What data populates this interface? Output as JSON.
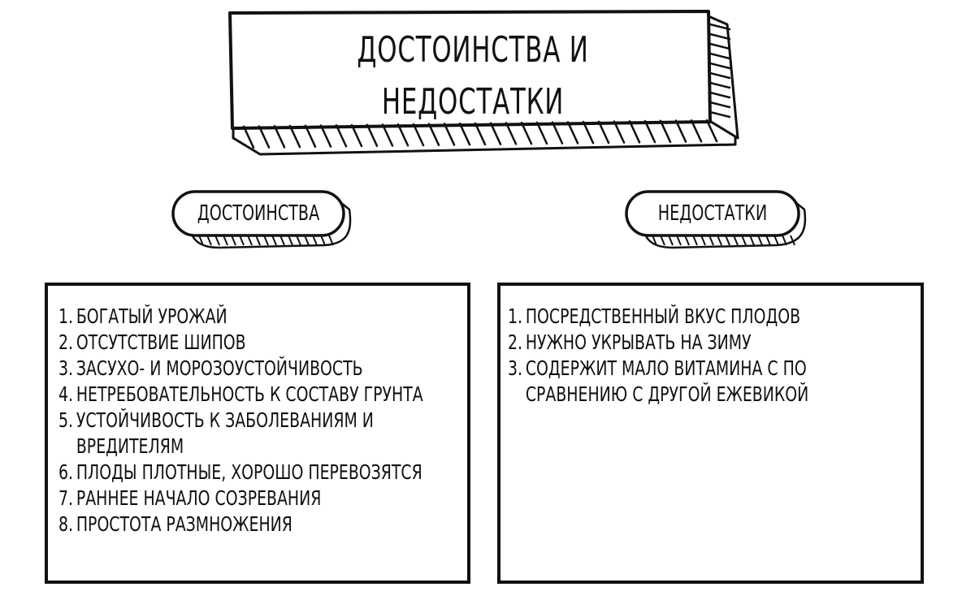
{
  "title": "ДОСТОИНСТВА И НЕДОСТАТКИ",
  "advantages": {
    "label": "ДОСТОИНСТВА",
    "items": [
      {
        "num": "1.",
        "text": "БОГАТЫЙ УРОЖАЙ"
      },
      {
        "num": "2.",
        "text": "ОТСУТСТВИЕ ШИПОВ"
      },
      {
        "num": "3.",
        "text": "ЗАСУХО- И МОРОЗОУСТОЙЧИВОСТЬ"
      },
      {
        "num": "4.",
        "text": "НЕТРЕБОВАТЕЛЬНОСТЬ К СОСТАВУ ГРУНТА"
      },
      {
        "num": "5.",
        "text": "УСТОЙЧИВОСТЬ К ЗАБОЛЕВАНИЯМ И ВРЕДИТЕЛЯМ"
      },
      {
        "num": "6.",
        "text": "ПЛОДЫ ПЛОТНЫЕ, ХОРОШО ПЕРЕВОЗЯТСЯ"
      },
      {
        "num": "7.",
        "text": "РАННЕЕ НАЧАЛО СОЗРЕВАНИЯ"
      },
      {
        "num": "8.",
        "text": "ПРОСТОТА РАЗМНОЖЕНИЯ"
      }
    ]
  },
  "disadvantages": {
    "label": "НЕДОСТАТКИ",
    "items": [
      {
        "num": "1.",
        "text": "ПОСРЕДСТВЕННЫЙ ВКУС ПЛОДОВ"
      },
      {
        "num": "2.",
        "text": "НУЖНО УКРЫВАТЬ НА ЗИМУ"
      },
      {
        "num": "3.",
        "text": "СОДЕРЖИТ МАЛО ВИТАМИНА С ПО СРАВНЕНИЮ С ДРУГОЙ ЕЖЕВИКОЙ"
      }
    ]
  }
}
